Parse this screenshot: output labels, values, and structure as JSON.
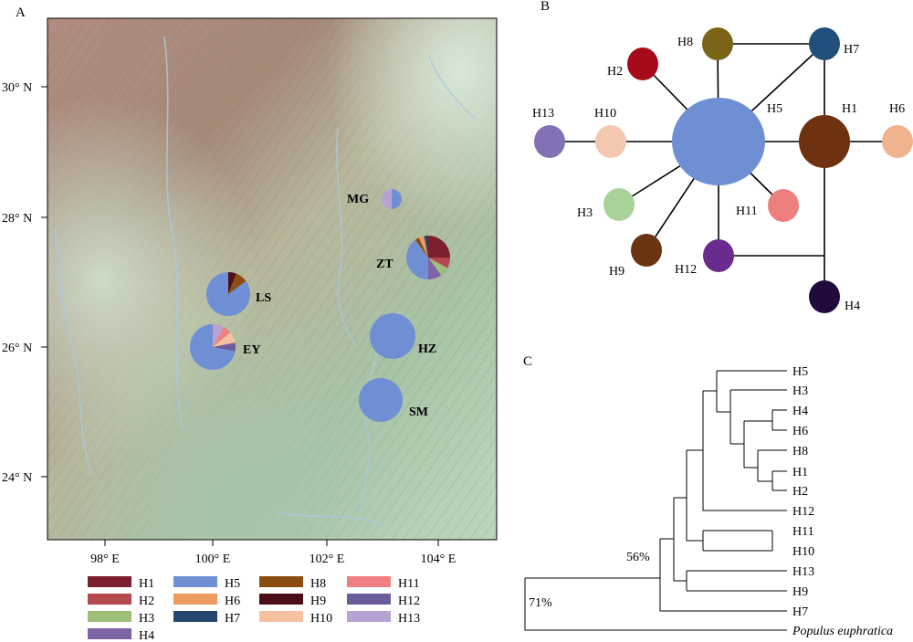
{
  "panels": {
    "a": "A",
    "b": "B",
    "c": "C"
  },
  "colors": {
    "H1": "#7b1f2e",
    "H2": "#b5474f",
    "H3": "#9dbf78",
    "H4": "#7e63a5",
    "H5": "#6e8fd4",
    "H6": "#ee9b5f",
    "H7": "#25466e",
    "H8": "#8a4c10",
    "H9": "#4d0f17",
    "H10": "#f5c1a0",
    "H11": "#ef7f80",
    "H12": "#6d5c9a",
    "H13": "#b8a2d2"
  },
  "network_colors": {
    "H1": "#6f3211",
    "H2": "#a60a18",
    "H3": "#a8d29a",
    "H4": "#220a3c",
    "H5": "#6e8fd4",
    "H6": "#efb38e",
    "H7": "#1f4f7a",
    "H8": "#7a6416",
    "H9": "#6a3410",
    "H10": "#f3c7b0",
    "H11": "#ee7f7f",
    "H12": "#6b2a8e",
    "H13": "#8271b5"
  },
  "map": {
    "lat_ticks": [
      "30° N",
      "28° N",
      "26° N",
      "24° N"
    ],
    "lon_ticks": [
      "98° E",
      "100° E",
      "102° E",
      "104° E"
    ],
    "sites": [
      {
        "id": "MG",
        "label": "MG",
        "composition": [
          [
            "H5",
            0.5
          ],
          [
            "H13",
            0.5
          ]
        ]
      },
      {
        "id": "ZT",
        "label": "ZT",
        "composition": [
          [
            "H1",
            0.25
          ],
          [
            "H2",
            0.08
          ],
          [
            "H3",
            0.07
          ],
          [
            "H4",
            0.1
          ],
          [
            "H5",
            0.4
          ],
          [
            "H8",
            0.03
          ],
          [
            "H6",
            0.04
          ],
          [
            "H7",
            0.03
          ]
        ]
      },
      {
        "id": "LS",
        "label": "LS",
        "composition": [
          [
            "H9",
            0.06
          ],
          [
            "H8",
            0.09
          ],
          [
            "H5",
            0.85
          ]
        ]
      },
      {
        "id": "EY",
        "label": "EY",
        "composition": [
          [
            "H13",
            0.08
          ],
          [
            "H11",
            0.06
          ],
          [
            "H10",
            0.08
          ],
          [
            "H12",
            0.06
          ],
          [
            "H5",
            0.72
          ]
        ]
      },
      {
        "id": "HZ",
        "label": "HZ",
        "composition": [
          [
            "H5",
            1.0
          ]
        ]
      },
      {
        "id": "SM",
        "label": "SM",
        "composition": [
          [
            "H5",
            1.0
          ]
        ]
      }
    ],
    "legend": [
      "H1",
      "H2",
      "H3",
      "H4",
      "H5",
      "H6",
      "H7",
      "H8",
      "H9",
      "H10",
      "H11",
      "H12",
      "H13"
    ]
  },
  "network": {
    "nodes": [
      "H1",
      "H2",
      "H3",
      "H4",
      "H5",
      "H6",
      "H7",
      "H8",
      "H9",
      "H10",
      "H11",
      "H12",
      "H13"
    ]
  },
  "tree": {
    "tips": [
      "H5",
      "H3",
      "H4",
      "H6",
      "H8",
      "H1",
      "H2",
      "H12",
      "H11",
      "H10",
      "H13",
      "H9",
      "H7",
      "Populus euphratica"
    ],
    "support": [
      "56%",
      "71%"
    ]
  }
}
